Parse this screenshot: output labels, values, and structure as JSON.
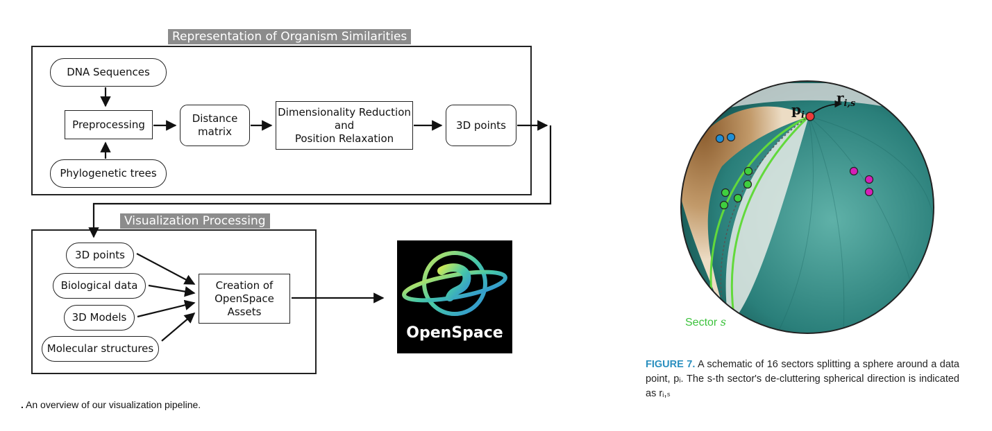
{
  "pipeline": {
    "section1_title": "Representation of Organism Similarities",
    "section2_title": "Visualization Processing",
    "nodes": {
      "dna": "DNA Sequences",
      "preprocessing": "Preprocessing",
      "phylo": "Phylogenetic trees",
      "distance": "Distance\nmatrix",
      "dimred": "Dimensionality Reduction\nand\nPosition Relaxation",
      "points_a": "3D points",
      "points_b": "3D points",
      "bio": "Biological data",
      "models": "3D Models",
      "molecular": "Molecular structures",
      "creation": "Creation of\nOpenSpace\nAssets"
    },
    "logo_text": "OpenSpace",
    "caption_lead": ".",
    "caption": "An overview of our visualization pipeline."
  },
  "figure": {
    "p_label": "p",
    "p_sub": "i",
    "r_label": "r",
    "r_sub": "i,s",
    "sector_label": "Sector",
    "sector_var": "s",
    "caption_label": "FIGURE 7.",
    "caption_text": "A schematic of 16 sectors splitting a sphere around a data point, pᵢ. The s-th sector's de-cluttering spherical direction is indicated as rᵢ,ₛ",
    "dot_colors": {
      "blue": "#1f8fd6",
      "green": "#3fcf3f",
      "magenta": "#d61fb8",
      "red": "#ee3b3b"
    }
  }
}
